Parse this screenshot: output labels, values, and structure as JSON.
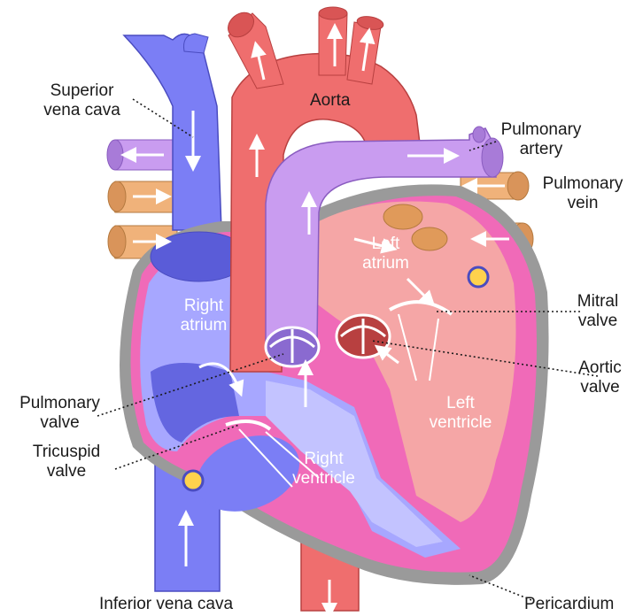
{
  "labels": {
    "superior_vena_cava": [
      "Superior",
      "vena  cava"
    ],
    "aorta": "Aorta",
    "pulmonary_artery": [
      "Pulmonary",
      "artery"
    ],
    "pulmonary_vein": [
      "Pulmonary",
      "vein"
    ],
    "left_atrium": [
      "Left",
      "atrium"
    ],
    "right_atrium": [
      "Right",
      "atrium"
    ],
    "mitral_valve": [
      "Mitral",
      "valve"
    ],
    "aortic_valve": [
      "Aortic",
      "valve"
    ],
    "pulmonary_valve": [
      "Pulmonary",
      "valve"
    ],
    "left_ventricle": [
      "Left",
      "ventricle"
    ],
    "tricuspid_valve": [
      "Tricuspid",
      "valve"
    ],
    "right_ventricle": [
      "Right",
      "ventricle"
    ],
    "inferior_vena_cava": "Inferior vena cava",
    "pericardium": "Pericardium"
  },
  "colors": {
    "vena_blue": "#7b7ef5",
    "vena_dark": "#5a5cd8",
    "aorta_red": "#ef6e6e",
    "pulm_purple": "#c99cf0",
    "vein_tan": "#f0b27a",
    "left_heart_pink": "#f5a6a6",
    "muscle_magenta": "#f06ab8",
    "pericardium_gray": "#8a8a8a"
  }
}
